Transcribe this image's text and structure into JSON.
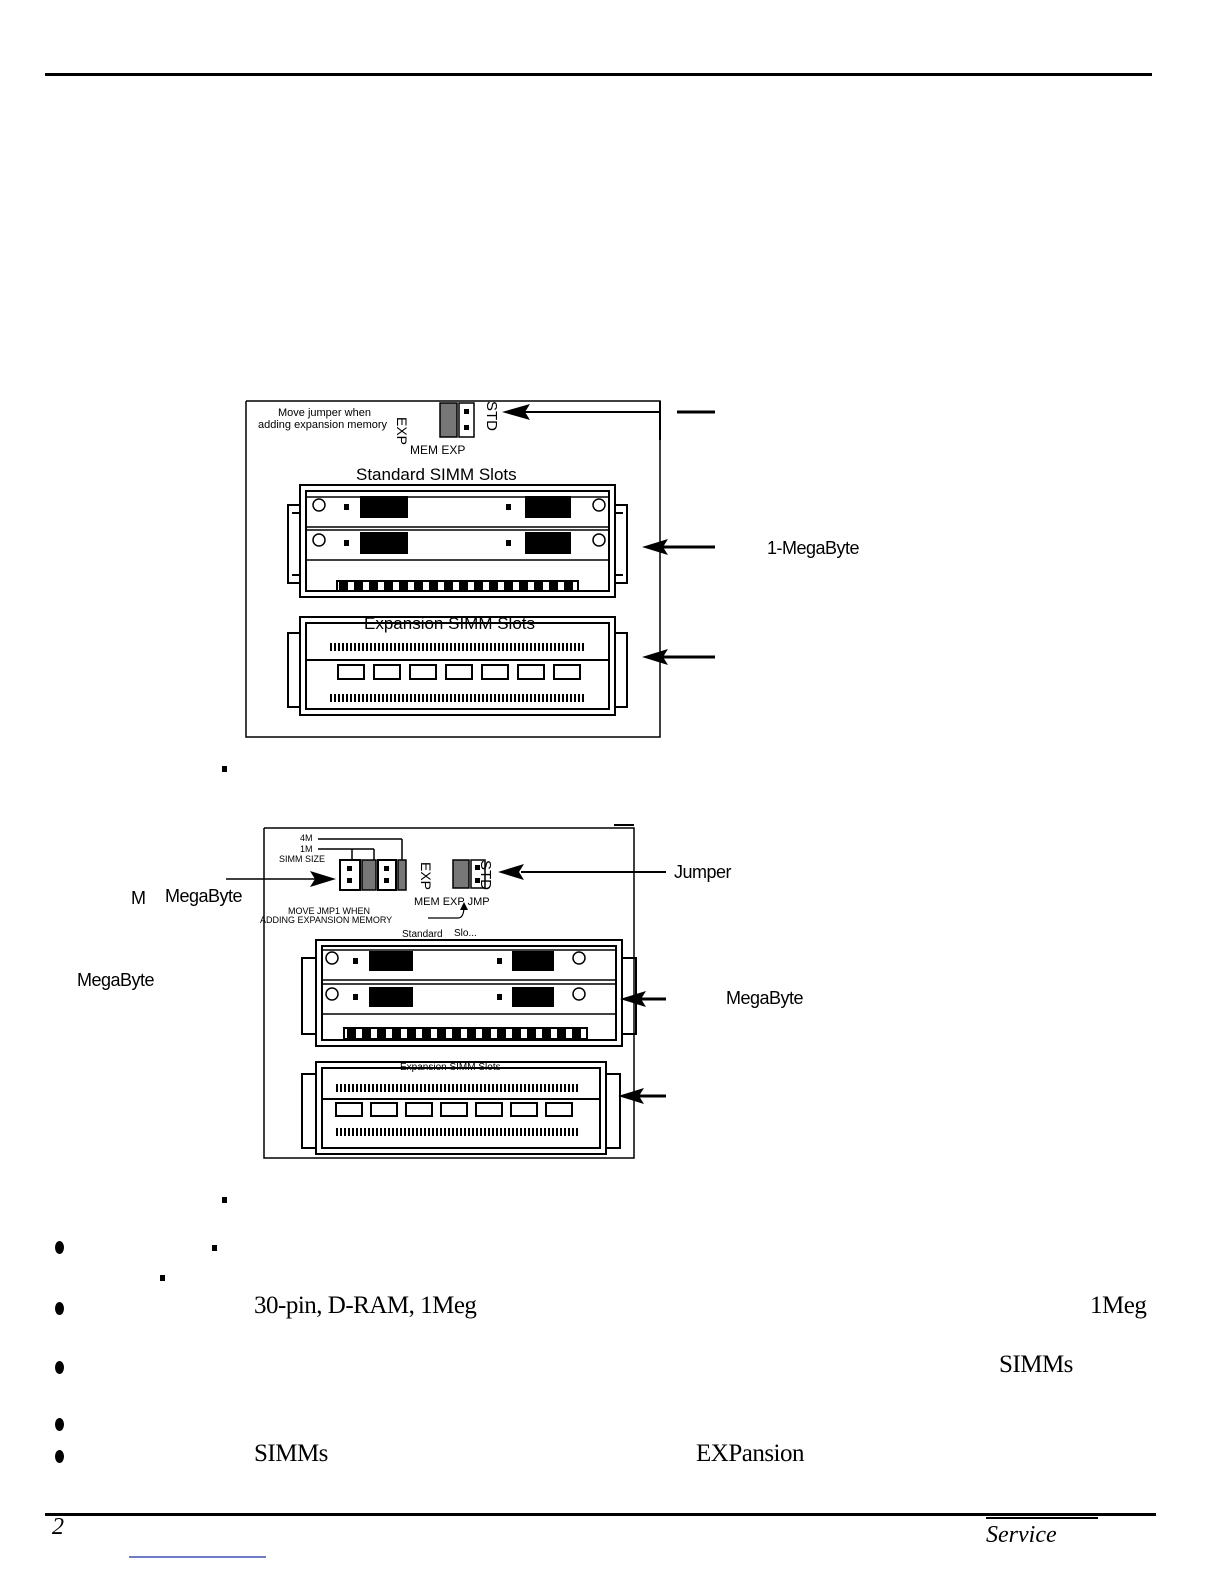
{
  "figure1": {
    "note_line1": "Move jumper when",
    "note_line2": "adding expansion memory",
    "jumper_exp": "EXP",
    "jumper_std": "STD",
    "mem_exp": "MEM EXP",
    "standard_slots": "Standard SIMM Slots",
    "expansion_slots": "Expansion SIMM Slots",
    "callout_megabyte": "1-MegaByte"
  },
  "figure2": {
    "size_4m": "4M",
    "size_1m": "1M",
    "simm_size": "SIMM SIZE",
    "jumper_exp": "EXP",
    "jumper_std": "STD",
    "move_note_line1": "MOVE JMP1 WHEN",
    "move_note_line2": "ADDING EXPANSION MEMORY",
    "mem_exp_jmp": "MEM EXP JMP",
    "standard_label": "Standard",
    "slots_label": "Slo...",
    "expansion_slots": "Expansion SIMM Slots",
    "callout_jumper": "Jumper",
    "callout_m": "M",
    "callout_megabyte_left": "MegaByte",
    "callout_megabyte_left2": "MegaByte",
    "callout_megabyte_right": "MegaByte"
  },
  "bullets": {
    "b2_text1": "30-pin, D-RAM, 1Meg",
    "b2_text2": "1Meg",
    "b3_text": "SIMMs",
    "b5_text1": "SIMMs",
    "b5_text2": "EXPansion"
  },
  "footer": {
    "page_number": "2",
    "service": "Service"
  }
}
